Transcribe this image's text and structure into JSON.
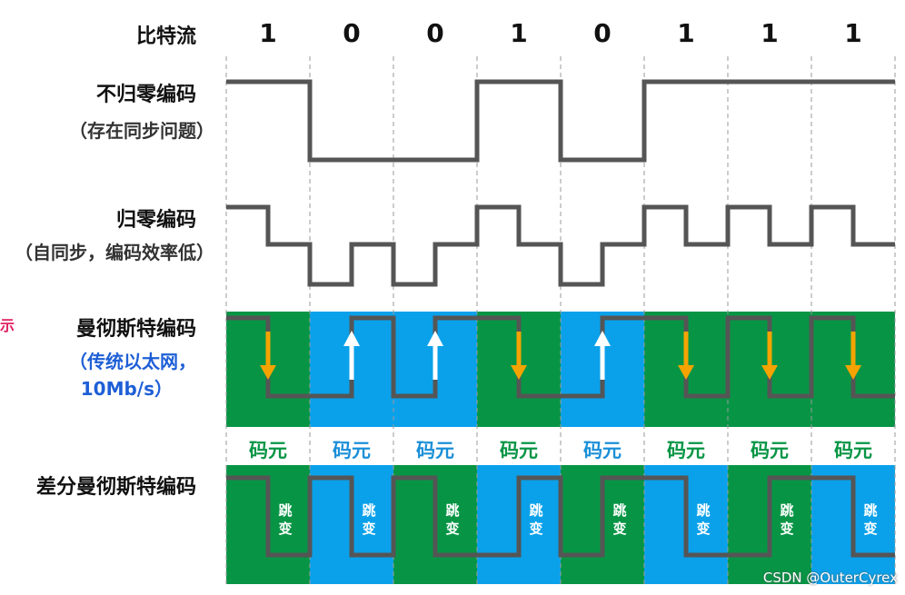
{
  "header": {
    "label": "比特流"
  },
  "bits": [
    "1",
    "0",
    "0",
    "1",
    "0",
    "1",
    "1",
    "1"
  ],
  "nrz": {
    "title": "不归零编码",
    "note": "（存在同步问题）"
  },
  "rz": {
    "title": "归零编码",
    "note": "（自同步，编码效率低）"
  },
  "manchester": {
    "title": "曼彻斯特编码",
    "note1": "（传统以太网，",
    "note2": "10Mb/s）",
    "edge_tag": "示"
  },
  "code_label": "码元",
  "diff_manchester": {
    "title": "差分曼彻斯特编码",
    "jump_label": "跳变"
  },
  "watermark": "CSDN @OuterCyrex",
  "colors": {
    "green": "#079545",
    "blue": "#0aa1ea",
    "wave": "#555555",
    "arrow_down": "#f5a300",
    "arrow_up": "#ffffff",
    "label_blue": "#1b8fd8",
    "label_green": "#079545"
  }
}
